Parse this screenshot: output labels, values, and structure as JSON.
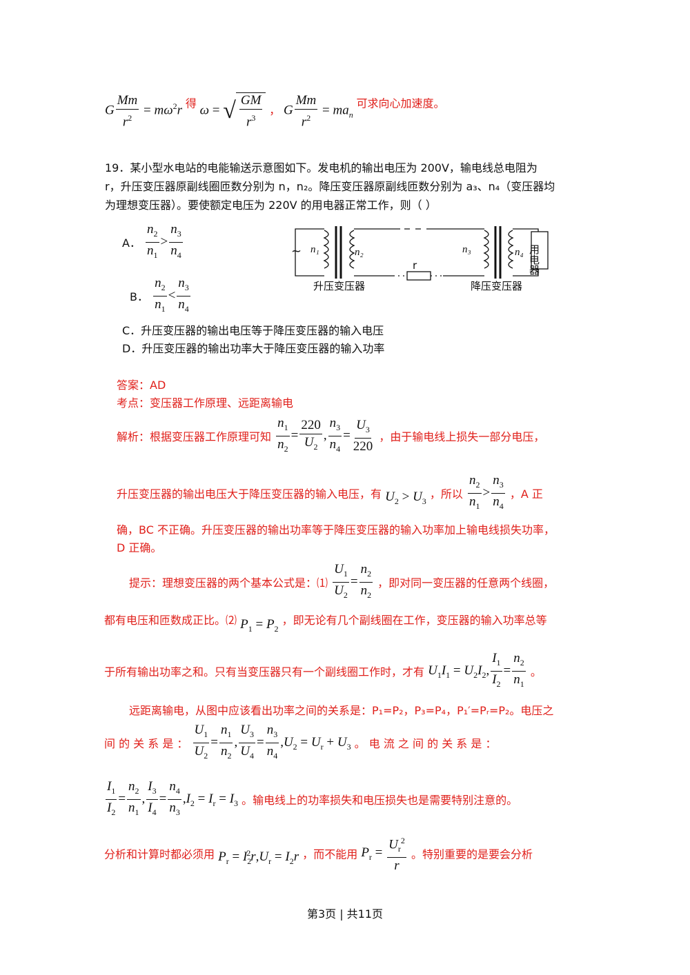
{
  "top_formula": {
    "word_de": "得",
    "comma": "，",
    "tail": "可求向心加速度。"
  },
  "question": {
    "line1": "19．某小型水电站的电能输送示意图如下。发电机的输出电压为 200V，输电线总电阻为",
    "line2": "r，升压变压器原副线圈匝数分别为 n，n₂。降压变压器原副线匝数分别为 a₃、n₄（变压器均",
    "line3": "为理想变压器）。要使额定电压为 220V 的用电器正常工作，则（      ）",
    "option_a_label": "A．",
    "option_b_label": "B．",
    "option_c": "C．升压变压器的输出电压等于降压变压器的输入电压",
    "option_d": "D．升压变压器的输出功率大于降压变压器的输入功率"
  },
  "diagram": {
    "source_symbol": "~",
    "n1": "n₁",
    "n2": "n₂",
    "n3": "n₃",
    "n4": "n₄",
    "resistor": "r",
    "load": "用电器",
    "step_up": "升压变压器",
    "step_down": "降压变压器"
  },
  "answer": {
    "answer_line": "答案：AD",
    "point_line": "考点：变压器工作原理、远距离输电",
    "analysis_prefix": "解析：根据变压器工作原理可知",
    "analysis_mid": "，由于输电线上损失一部分电压，",
    "line2_prefix": "升压变压器的输出电压大于降压变压器的输入电压，有",
    "line2_mid": "，所以",
    "line2_tail": "，A 正",
    "line3": "确，BC 不正确。升压变压器的输出功率等于降压变压器的输入功率加上输电线损失功率，",
    "line4": "D 正确。",
    "hint_prefix": "提示：理想变压器的两个基本公式是：⑴",
    "hint_tail": "，即对同一变压器的任意两个线圈，",
    "hint2_prefix": "都有电压和匝数成正比。⑵",
    "hint2_tail": "，即无论有几个副线圈在工作，变压器的输入功率总等",
    "hint3_prefix": "于所有输出功率之和。只有当变压器只有一个副线圈工作时，才有",
    "hint3_tail": "。",
    "far_line1": "远距离输电，从图中应该看出功率之间的关系是：P₁=P₂，P₃=P₄，P₁′=Pᵣ=P₂。电压之",
    "far_line2_prefix": "间 的 关 系 是 ：",
    "far_line2_tail": "。 电 流 之 间 的 关 系 是 ：",
    "far_line3_tail": "。输电线上的功率损失和电压损失也是需要特别注意的。",
    "far_line4_prefix": "分析和计算时都必须用",
    "far_line4_mid": "，而不能用",
    "far_line4_tail": "。特别重要的是要会分析"
  },
  "footer": {
    "page": "第3页 | 共11页"
  }
}
